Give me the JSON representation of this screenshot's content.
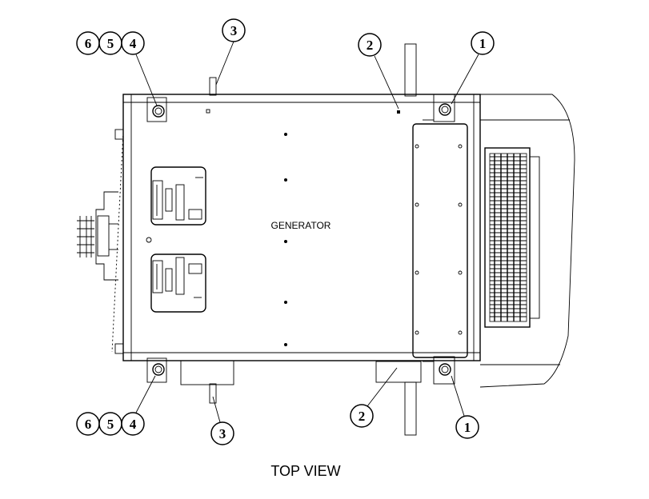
{
  "diagram": {
    "body_label": "GENERATOR",
    "view_caption": "TOP VIEW",
    "callouts": {
      "top_left_a": "6",
      "top_left_b": "5",
      "top_left_c": "4",
      "top_mid": "3",
      "top_right_a": "2",
      "top_right_b": "1",
      "bot_left_a": "6",
      "bot_left_b": "5",
      "bot_left_c": "4",
      "bot_mid": "3",
      "bot_right_a": "2",
      "bot_right_b": "1"
    }
  }
}
